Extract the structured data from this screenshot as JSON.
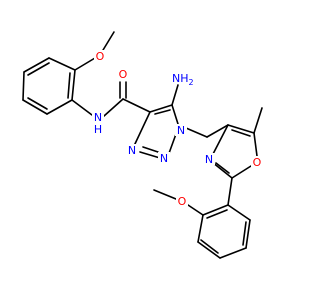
{
  "colors": {
    "bond": "#000000",
    "carbon": "#000000",
    "nitrogen": "#0000ff",
    "oxygen": "#ff0000"
  },
  "atoms": [
    {
      "id": "O_meth_top",
      "label": "O",
      "element": "O"
    },
    {
      "id": "O_carbonyl",
      "label": "O",
      "element": "O"
    },
    {
      "id": "N_amide",
      "label": "N",
      "sub": "H",
      "element": "N"
    },
    {
      "id": "N_amino",
      "label": "NH",
      "sub": "2",
      "element": "N"
    },
    {
      "id": "N1",
      "label": "N",
      "element": "N"
    },
    {
      "id": "N2",
      "label": "N",
      "element": "N"
    },
    {
      "id": "N3",
      "label": "N",
      "element": "N"
    },
    {
      "id": "N_oxazole",
      "label": "N",
      "element": "N"
    },
    {
      "id": "O_oxazole",
      "label": "O",
      "element": "O"
    },
    {
      "id": "O_meth_bottom",
      "label": "O",
      "element": "O"
    }
  ]
}
